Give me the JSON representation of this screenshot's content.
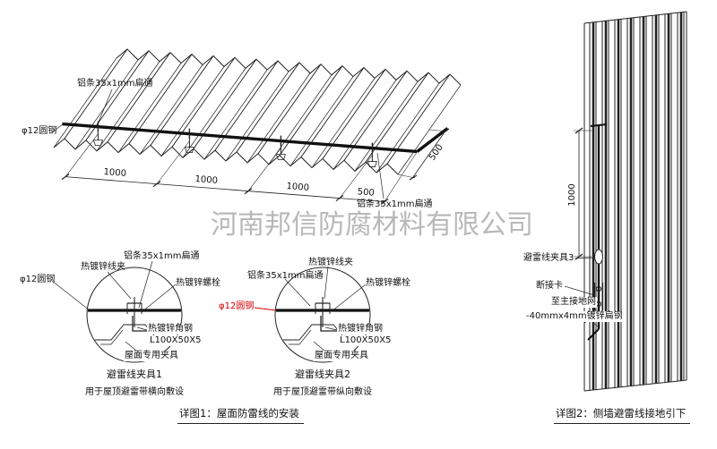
{
  "watermark": "河南邦信防腐材料有限公司",
  "colors": {
    "red": "#d40000",
    "line": "#222222"
  },
  "detail1": {
    "caption": "详图1：屋面防雷线的安装",
    "roof": {
      "strip_top": "铝条35x1mm扁通",
      "round_steel": "φ12圆钢",
      "strip_bottom": "铝条35x1mm扁通",
      "dim1": "1000",
      "dim2": "1000",
      "dim3": "1000",
      "dim4": "500",
      "dim_side": "500"
    },
    "clamp1": {
      "title": "避雷线夹具1",
      "subtitle": "用于屋顶避雷带横向敷设",
      "wire_clip": "热镀锌线夹",
      "strip": "铝条35x1mm扁通",
      "bolt": "热镀锌螺栓",
      "round_steel": "φ12圆钢",
      "angle_steel": "热镀锌角钢",
      "angle_spec": "L100X50X5",
      "roof_clamp": "屋面专用夹具"
    },
    "clamp2": {
      "title": "避雷线夹具2",
      "subtitle": "用于屋顶避雷带纵向敷设",
      "wire_clip": "热镀锌线夹",
      "strip": "铝条35x1mm扁通",
      "bolt": "热镀锌螺栓",
      "round_steel": "φ12圆钢",
      "angle_steel": "热镀锌角钢",
      "angle_spec": "L100X50X5",
      "roof_clamp": "屋面专用夹具"
    }
  },
  "detail2": {
    "caption": "详图2：侧墙避雷线接地引下",
    "dim_height": "1000",
    "clamp3": "避雷线夹具3",
    "disconnect_card": "断接卡",
    "to_main_ground": "至主接地网",
    "flat_steel": "-40mmx4mm镀锌扁钢"
  }
}
